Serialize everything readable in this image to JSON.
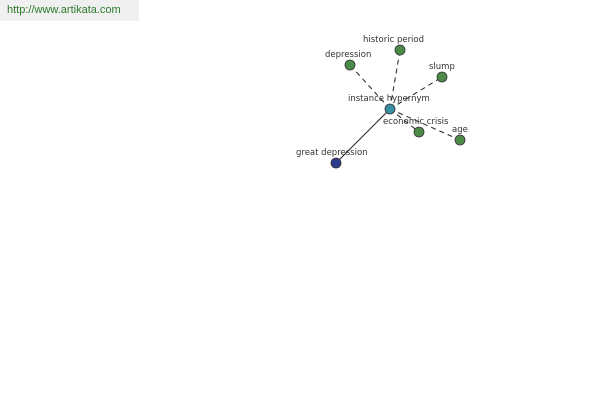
{
  "watermark": {
    "url_text": "http://www.artikata.com"
  },
  "colors": {
    "badge_text": "#2c7a2c",
    "badge_background": "#f0f0f0",
    "center_node": "#3a8fa3",
    "related_node": "#4c8a48",
    "instance_node": "#2b3a8c",
    "node_outline": "#333333",
    "edge": "#222222"
  },
  "graph": {
    "center": {
      "id": "center",
      "label": "instance hypernym"
    },
    "nodes": [
      {
        "id": "historic-period",
        "label": "historic period",
        "kind": "related"
      },
      {
        "id": "depression",
        "label": "depression",
        "kind": "related"
      },
      {
        "id": "slump",
        "label": "slump",
        "kind": "related"
      },
      {
        "id": "economic-crisis",
        "label": "economic crisis",
        "kind": "related"
      },
      {
        "id": "age",
        "label": "age",
        "kind": "related"
      },
      {
        "id": "great-depression",
        "label": "great depression",
        "kind": "instance"
      }
    ],
    "edges": [
      {
        "from": "center",
        "to": "historic-period",
        "style": "dashed"
      },
      {
        "from": "center",
        "to": "depression",
        "style": "dashed"
      },
      {
        "from": "center",
        "to": "slump",
        "style": "dashed"
      },
      {
        "from": "center",
        "to": "economic-crisis",
        "style": "dashed"
      },
      {
        "from": "center",
        "to": "age",
        "style": "dashed"
      },
      {
        "from": "center",
        "to": "great-depression",
        "style": "solid"
      }
    ]
  }
}
